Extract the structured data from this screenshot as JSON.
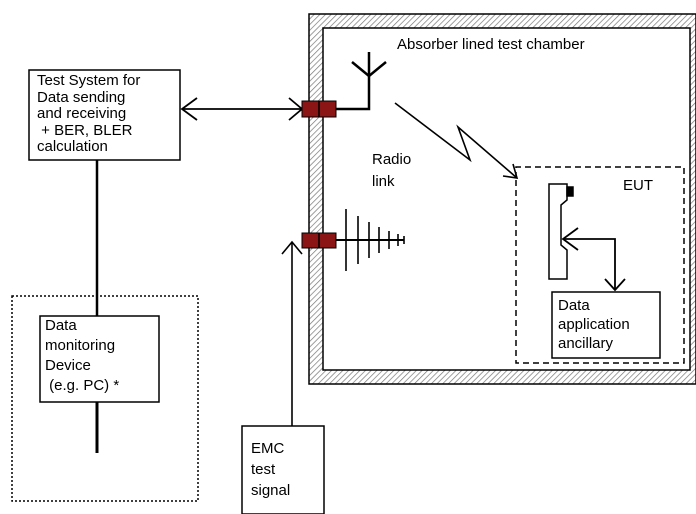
{
  "labels": {
    "chamber_title": "Absorber lined test chamber",
    "test_system": "Test System for\nData sending\nand receiving\n + BER, BLER\ncalculation",
    "radio_link": "Radio\nlink",
    "eut": "EUT",
    "data_application": "Data\napplication\nancillary",
    "monitoring_device": "Data\nmonitoring\nDevice\n (e.g. PC) *",
    "emc_signal": "EMC\ntest\nsignal"
  },
  "colors": {
    "connector": "#8b1414",
    "stroke": "#000000"
  }
}
